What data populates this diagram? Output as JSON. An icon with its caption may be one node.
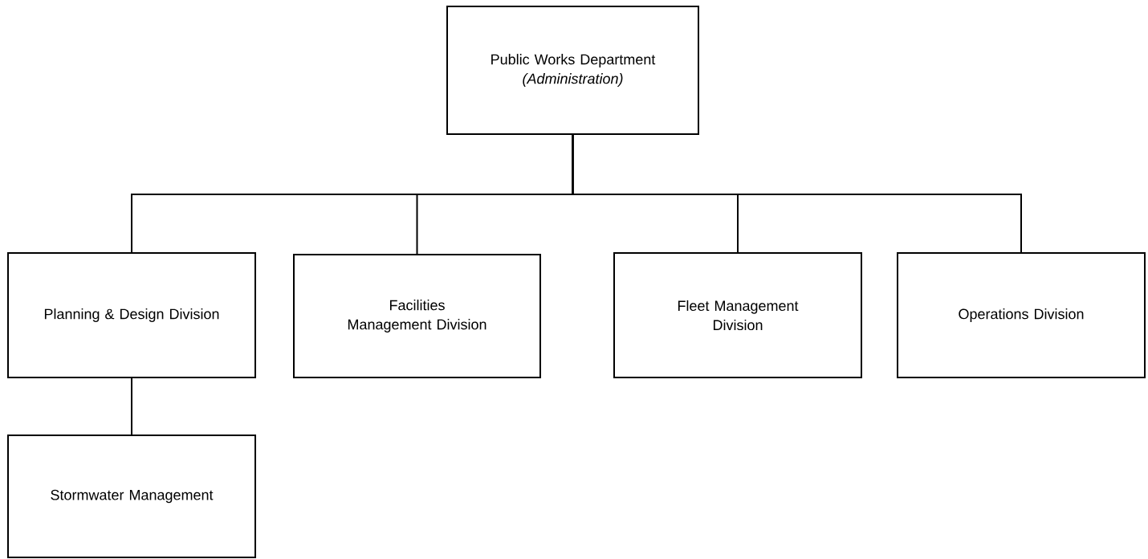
{
  "diagram": {
    "nodes": [
      {
        "text": [
          "Public Works Department",
          "(Administration)"
        ]
      },
      {
        "text": [
          "Planning & Design Division"
        ]
      },
      {
        "text": [
          "Facilities Management Division"
        ]
      },
      {
        "text": [
          "Fleet Management Division"
        ]
      },
      {
        "text": [
          "Operations Division"
        ]
      },
      {
        "text": [
          "Stormwater Management"
        ]
      }
    ],
    "edges": [
      {
        "from": 0,
        "to": 1,
        "arrow": "none"
      },
      {
        "from": 0,
        "to": 2,
        "arrow": "none"
      },
      {
        "from": 0,
        "to": 3,
        "arrow": "none"
      },
      {
        "from": 0,
        "to": 4,
        "arrow": "none"
      },
      {
        "from": 1,
        "to": 5,
        "arrow": "none"
      }
    ]
  }
}
